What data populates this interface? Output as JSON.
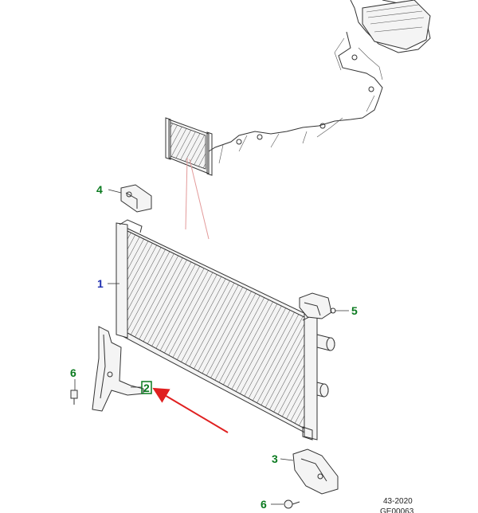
{
  "callouts": {
    "radiator": "1",
    "lower_bracket": "2",
    "right_bracket": "3",
    "upper_left_bracket": "4",
    "upper_right_bracket": "5",
    "bolt_left": "6",
    "bolt_bottom": "6"
  },
  "reference": {
    "code": "43-2020",
    "figure_id": "GE00063"
  },
  "colors": {
    "callout_default": "#0a7a1f",
    "callout_radiator": "#1f2fb0",
    "highlight_arrow": "#e02020",
    "inset_leader": "#e39a9a"
  }
}
